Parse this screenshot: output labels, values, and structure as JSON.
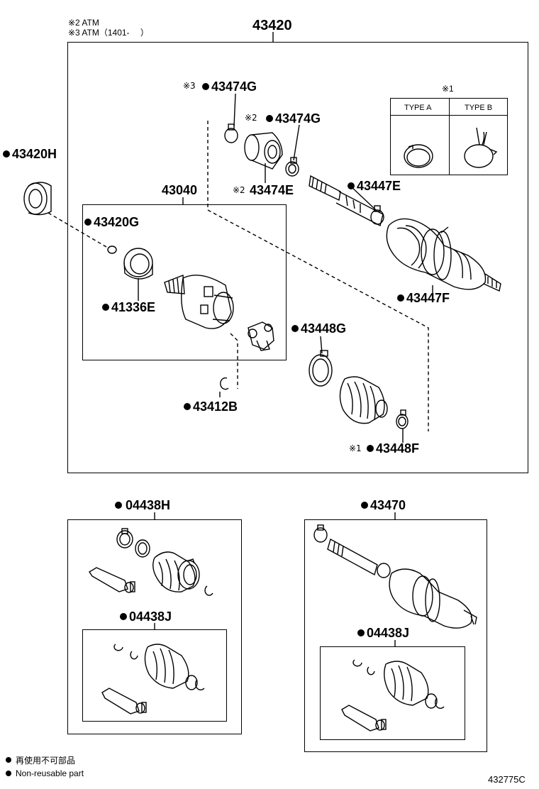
{
  "notes": {
    "atm2": "※2  ATM",
    "atm3": "※3  ATM（1401-　 ）"
  },
  "main_assembly": "43420",
  "labels": {
    "p43420H": "43420H",
    "p43474G_3": "43474G",
    "p43474G_3_prefix": "※3",
    "p43474G_2": "43474G",
    "p43474G_2_prefix": "※2",
    "p43474E": "43474E",
    "p43474E_prefix": "※2",
    "p43040": "43040",
    "p43420G": "43420G",
    "p41336E": "41336E",
    "p43447E": "43447E",
    "p43447F": "43447F",
    "p43448G": "43448G",
    "p43412B": "43412B",
    "p43448F": "43448F",
    "p43448F_prefix": "※1",
    "p04438H": "04438H",
    "p04438J_left": "04438J",
    "p43470": "43470",
    "p04438J_right": "04438J"
  },
  "type_table": {
    "marker": "※1",
    "type_a": "TYPE A",
    "type_b": "TYPE B"
  },
  "legend": {
    "line1": "再使用不可部品",
    "line2": "Non-reusable part"
  },
  "figure_id": "432775C"
}
